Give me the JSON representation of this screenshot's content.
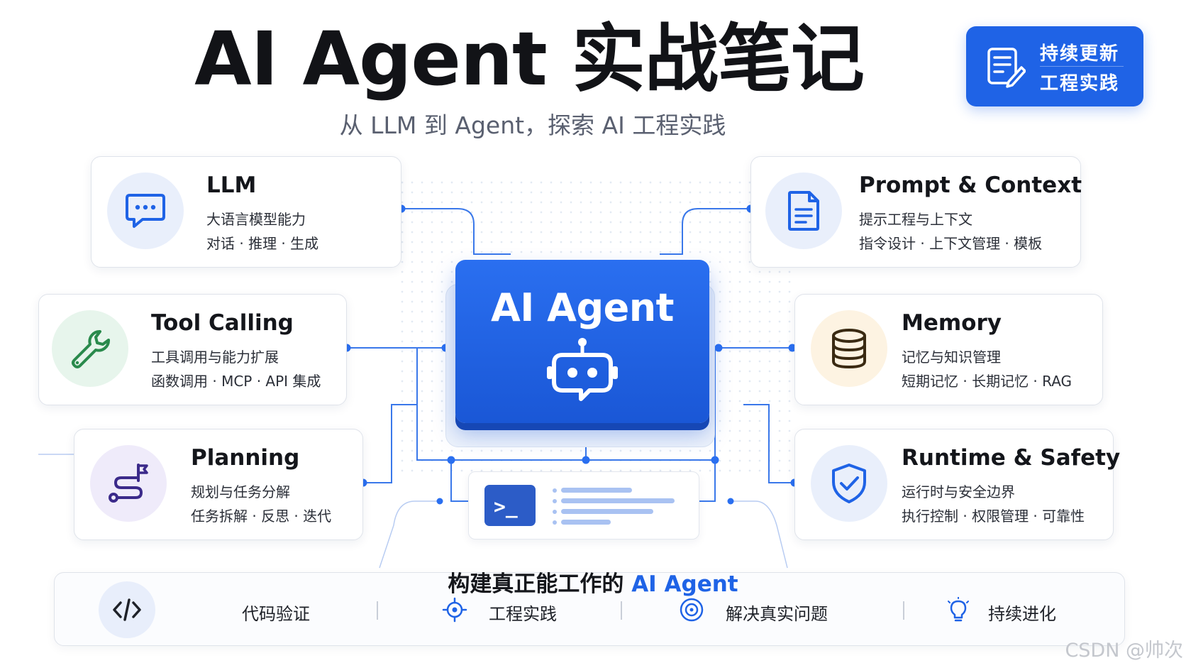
{
  "header": {
    "title": "AI Agent 实战笔记",
    "subtitle": "从 LLM 到 Agent，探索 AI 工程实践"
  },
  "badge": {
    "line1": "持续更新",
    "line2": "工程实践",
    "icon": "note-edit-icon"
  },
  "center": {
    "title": "AI Agent",
    "icon": "robot-icon"
  },
  "cards": {
    "llm": {
      "title": "LLM",
      "subtitle": "大语言模型能力",
      "details": "对话 · 推理 · 生成",
      "icon": "chat-bubble-icon",
      "color": "#1f63e6"
    },
    "prompt": {
      "title": "Prompt & Context",
      "subtitle": "提示工程与上下文",
      "details": "指令设计 · 上下文管理 · 模板",
      "icon": "document-icon",
      "color": "#1f63e6"
    },
    "tool": {
      "title": "Tool Calling",
      "subtitle": "工具调用与能力扩展",
      "details": "函数调用 · MCP · API 集成",
      "icon": "wrench-icon",
      "color": "#2a8a4c"
    },
    "memory": {
      "title": "Memory",
      "subtitle": "记忆与知识管理",
      "details": "短期记忆 · 长期记忆 · RAG",
      "icon": "database-icon",
      "color": "#3a2a12"
    },
    "planning": {
      "title": "Planning",
      "subtitle": "规划与任务分解",
      "details": "任务拆解 · 反思 · 迭代",
      "icon": "route-flag-icon",
      "color": "#3b2a8a"
    },
    "runtime": {
      "title": "Runtime & Safety",
      "subtitle": "运行时与安全边界",
      "details": "执行控制 · 权限管理 · 可靠性",
      "icon": "shield-check-icon",
      "color": "#1f63e6"
    }
  },
  "terminal": {
    "prompt_text": ">_",
    "icon": "terminal-icon"
  },
  "bottom": {
    "title_prefix": "构建真正能工作的",
    "title_accent": "AI Agent",
    "items": [
      {
        "label": "代码验证",
        "icon": "code-icon"
      },
      {
        "label": "工程实践",
        "icon": "crosshair-icon"
      },
      {
        "label": "解决真实问题",
        "icon": "target-icon"
      },
      {
        "label": "持续进化",
        "icon": "lightbulb-icon"
      }
    ]
  },
  "watermark": "CSDN @帅次",
  "colors": {
    "accent": "#1f63e6",
    "title_text": "#121317",
    "connector": "#3a78ea"
  }
}
